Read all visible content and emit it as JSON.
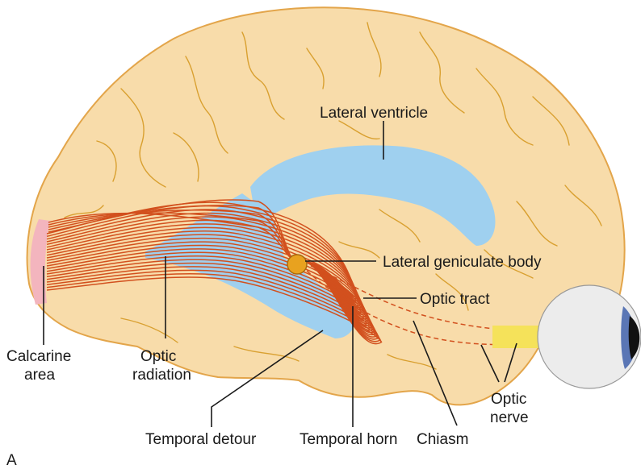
{
  "figure": {
    "panel_letter": "A"
  },
  "labels": {
    "lateral_ventricle": "Lateral ventricle",
    "lateral_geniculate_body": "Lateral geniculate body",
    "optic_tract": "Optic tract",
    "calcarine_line1": "Calcarine",
    "calcarine_line2": "area",
    "optic_radiation_line1": "Optic",
    "optic_radiation_line2": "radiation",
    "temporal_detour": "Temporal detour",
    "temporal_horn": "Temporal horn",
    "chiasm": "Chiasm",
    "optic_nerve_line1": "Optic",
    "optic_nerve_line2": "nerve"
  },
  "colors": {
    "brain_fill": "#f8dcaa",
    "brain_outline": "#e3a54a",
    "sulcus": "#d9a030",
    "ventricle": "#9fd0ef",
    "fibers": "#d2501e",
    "calcarine": "#f3b5be",
    "lgb": "#e8a21f",
    "optic_nerve": "#f5e25a",
    "eye": "#ececec",
    "iris": "#5a76b5",
    "pupil": "#111111"
  }
}
